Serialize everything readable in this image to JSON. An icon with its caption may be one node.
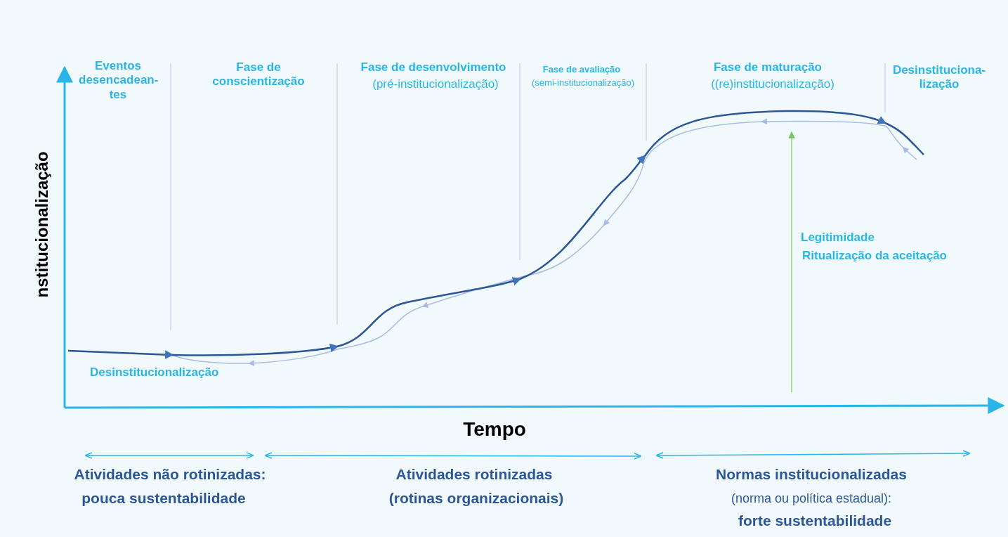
{
  "diagram": {
    "labels": [
      "Eventos desencadean-tes",
      "Fase de conscientização",
      "Fase de desenvolvimento",
      "(pré-institucionalização)",
      "Fase de avaliação",
      "(semi-institucionalização)",
      "Fase de maturação",
      "((re)institucionalização)",
      "Desinstituciona-lização",
      "nstitucionalização",
      "Desinstitucionalização",
      "Legitimidade",
      "Ritualização da aceitação",
      "Tempo",
      "Atividades não rotinizadas:",
      "pouca sustentabilidade",
      "Atividades rotinizadas",
      "(rotinas organizacionais)",
      "Normas institucionalizadas",
      "(norma ou política estadual):",
      "forte sustentabilidade"
    ]
  }
}
